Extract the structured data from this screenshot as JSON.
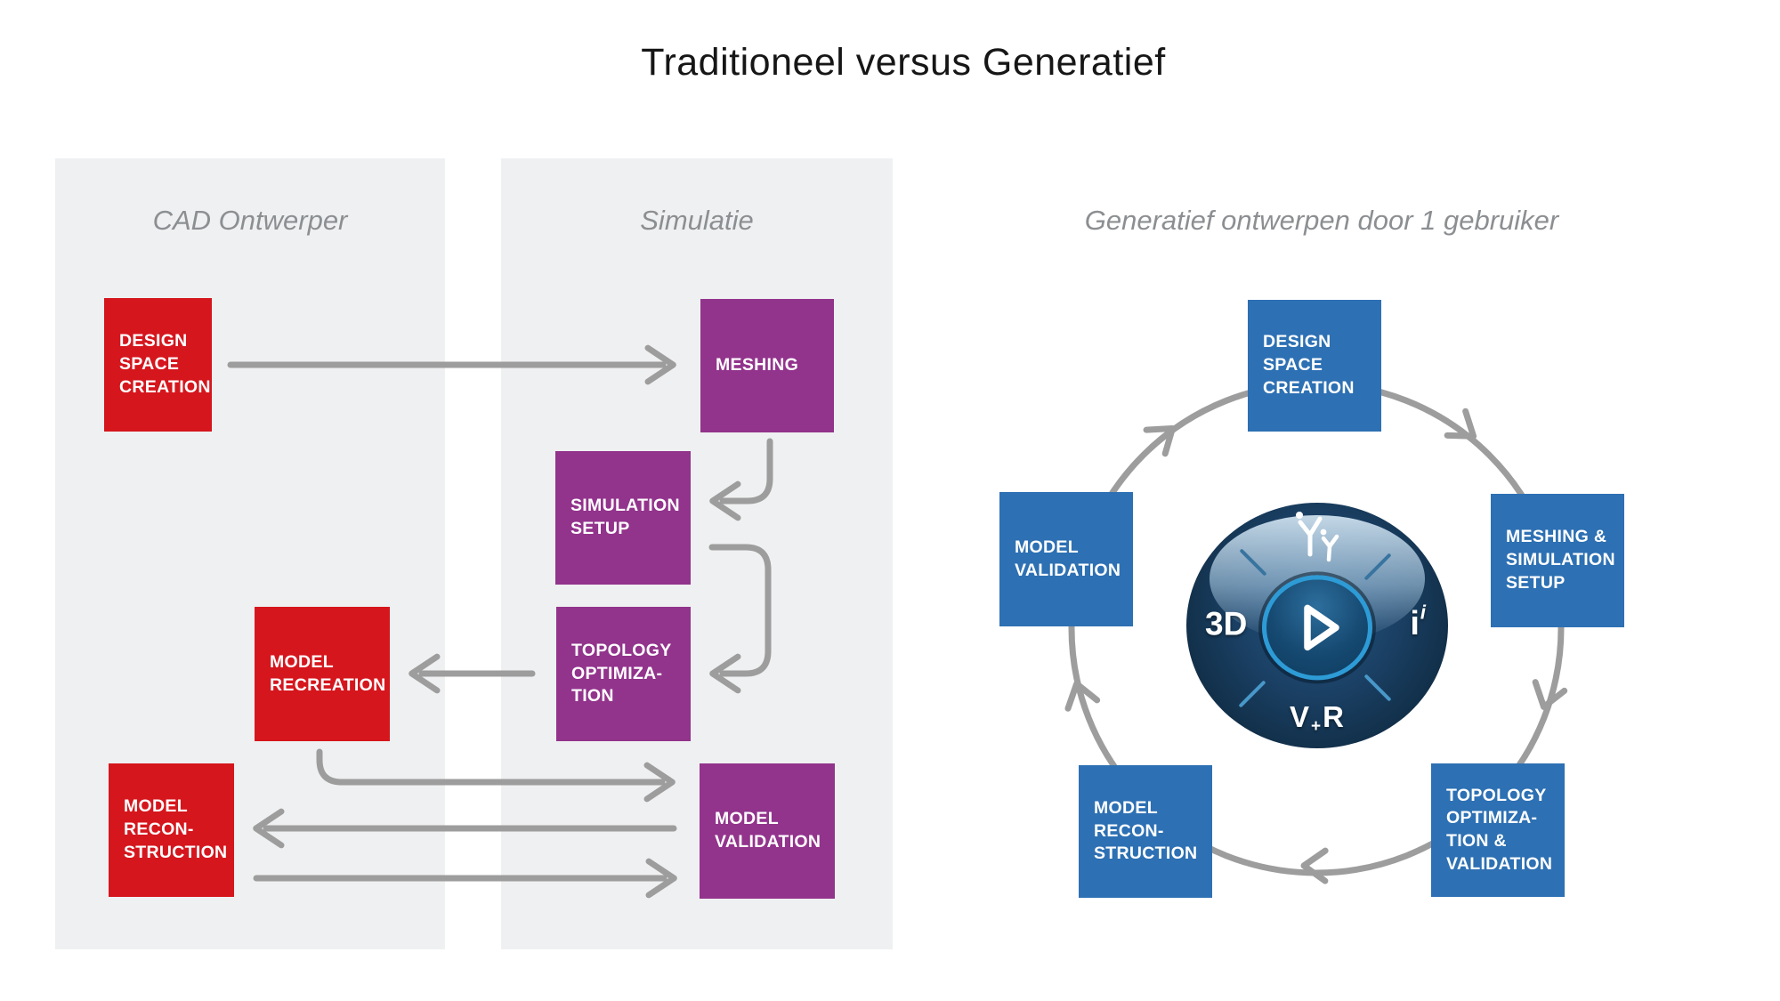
{
  "title": "Traditioneel versus Generatief",
  "colors": {
    "red": "#d5161d",
    "purple": "#92338c",
    "blue": "#2d70b3",
    "panel_gray": "#eff0f1",
    "arrow_gray": "#9d9d9d",
    "heading_gray": "#8c8f92"
  },
  "traditional": {
    "panel_cad": {
      "heading": "CAD Ontwerper"
    },
    "panel_sim": {
      "heading": "Simulatie"
    },
    "boxes": {
      "design_space_creation": {
        "label": "DESIGN\nSPACE\nCREATION"
      },
      "model_recreation": {
        "label": "MODEL\nRECREATION"
      },
      "model_reconstruction": {
        "label": "MODEL\nRECON-\nSTRUCTION"
      },
      "meshing": {
        "label": "MESHING"
      },
      "simulation_setup": {
        "label": "SIMULATION\nSETUP"
      },
      "topology_optimization": {
        "label": "TOPOLOGY\nOPTIMIZA-\nTION"
      },
      "model_validation": {
        "label": "MODEL\nVALIDATION"
      }
    }
  },
  "generative": {
    "heading": "Generatief ontwerpen door 1 gebruiker",
    "boxes": {
      "design_space_creation": {
        "label": "DESIGN\nSPACE\nCREATION"
      },
      "meshing_simulation_setup": {
        "label": "MESHING &\nSIMULATION\nSETUP"
      },
      "topology_opt_validation": {
        "label": "TOPOLOGY\nOPTIMIZA-\nTION &\nVALIDATION"
      },
      "model_reconstruction": {
        "label": "MODEL\nRECON-\nSTRUCTION"
      },
      "model_validation": {
        "label": "MODEL\nVALIDATION"
      }
    },
    "logo": {
      "left": "3D",
      "right_base": "i",
      "right_sup": "i",
      "bottom_v": "V",
      "bottom_plus": "+",
      "bottom_r": "R"
    }
  }
}
